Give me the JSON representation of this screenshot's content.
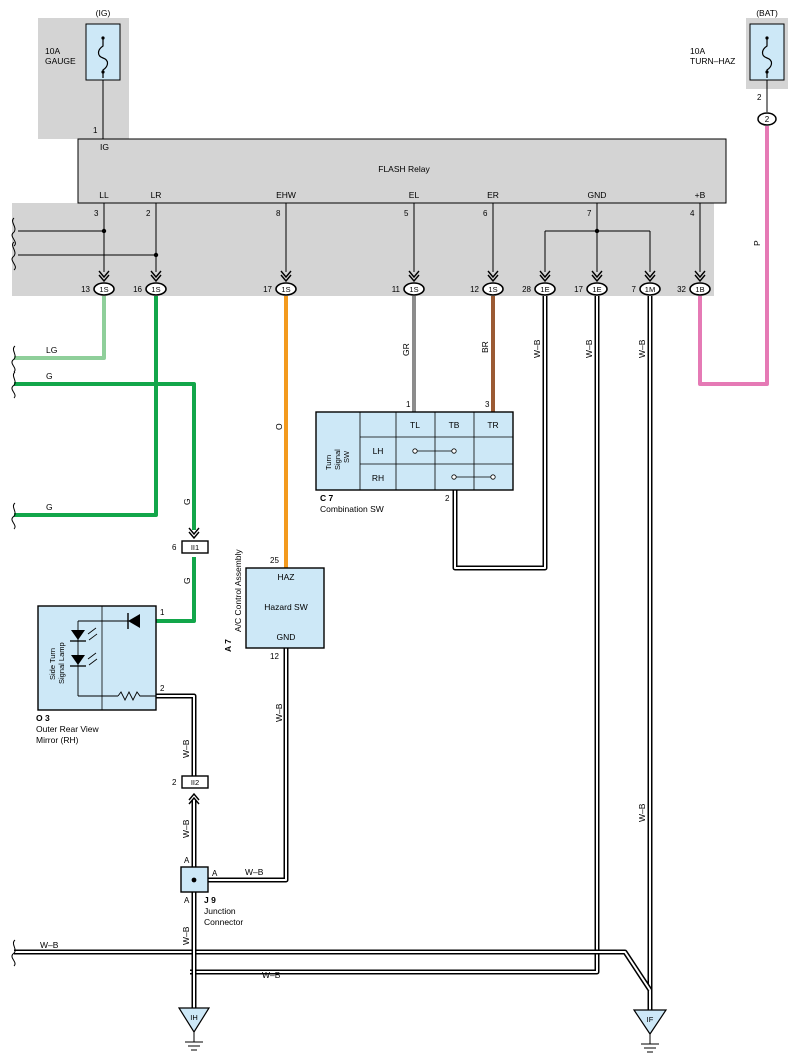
{
  "fuses": {
    "gauge": {
      "source": "(IG)",
      "rating": "10A",
      "name": "GAUGE",
      "pin": "1"
    },
    "turn_haz": {
      "source": "(BAT)",
      "rating": "10A",
      "name": "TURN–HAZ",
      "pin": "2",
      "connector": "2"
    }
  },
  "flash_relay": {
    "title": "FLASH Relay",
    "top_pin": "IG",
    "terminals": [
      {
        "name": "LL",
        "pin": "3"
      },
      {
        "name": "LR",
        "pin": "2"
      },
      {
        "name": "EHW",
        "pin": "8"
      },
      {
        "name": "EL",
        "pin": "5"
      },
      {
        "name": "ER",
        "pin": "6"
      },
      {
        "name": "GND",
        "pin": "7"
      },
      {
        "name": "+B",
        "pin": "4"
      }
    ]
  },
  "connectors": [
    {
      "pin": "13",
      "id": "1S"
    },
    {
      "pin": "16",
      "id": "1S"
    },
    {
      "pin": "17",
      "id": "1S"
    },
    {
      "pin": "11",
      "id": "1S"
    },
    {
      "pin": "12",
      "id": "1S"
    },
    {
      "pin": "28",
      "id": "1E"
    },
    {
      "pin": "17",
      "id": "1E"
    },
    {
      "pin": "7",
      "id": "1M"
    },
    {
      "pin": "32",
      "id": "1B"
    }
  ],
  "wire_colors": {
    "lg": "LG",
    "g": "G",
    "o": "O",
    "gr": "GR",
    "br": "BR",
    "wb": "W–B",
    "p": "P"
  },
  "colors": {
    "lg": "#8fcf9a",
    "g": "#12a64a",
    "o": "#f39a1e",
    "gr": "#8c8c8c",
    "br": "#9b5a33",
    "p": "#e57ab5",
    "component": "#cde8f7",
    "shade": "#d4d4d4"
  },
  "combination_sw": {
    "code": "C 7",
    "name": "Combination SW",
    "inner": [
      "Turn",
      "Signal",
      "SW"
    ],
    "cols": [
      "TL",
      "TB",
      "TR"
    ],
    "rows": [
      "LH",
      "RH"
    ],
    "pins": {
      "tl": "1",
      "tr": "3",
      "gnd": "2"
    }
  },
  "hazard_sw": {
    "code": "A 7",
    "name": "A/C Control Assembly",
    "title": "Hazard SW",
    "haz": "HAZ",
    "gnd": "GND",
    "pin_top": "25",
    "pin_bottom": "12"
  },
  "mirror": {
    "code": "O 3",
    "name_line1": "Outer Rear View",
    "name_line2": "Mirror (RH)",
    "inner": [
      "Side Turn",
      "Signal Lamp"
    ],
    "pin1": "1",
    "pin2": "2"
  },
  "ii1": {
    "id": "II1",
    "pin": "6"
  },
  "ii2": {
    "id": "II2",
    "pin": "2"
  },
  "junction": {
    "code": "J 9",
    "line1": "Junction",
    "line2": "Connector",
    "pins": {
      "top": "A",
      "right": "A",
      "bottom": "A"
    }
  },
  "grounds": {
    "ih": "IH",
    "if": "IF"
  }
}
